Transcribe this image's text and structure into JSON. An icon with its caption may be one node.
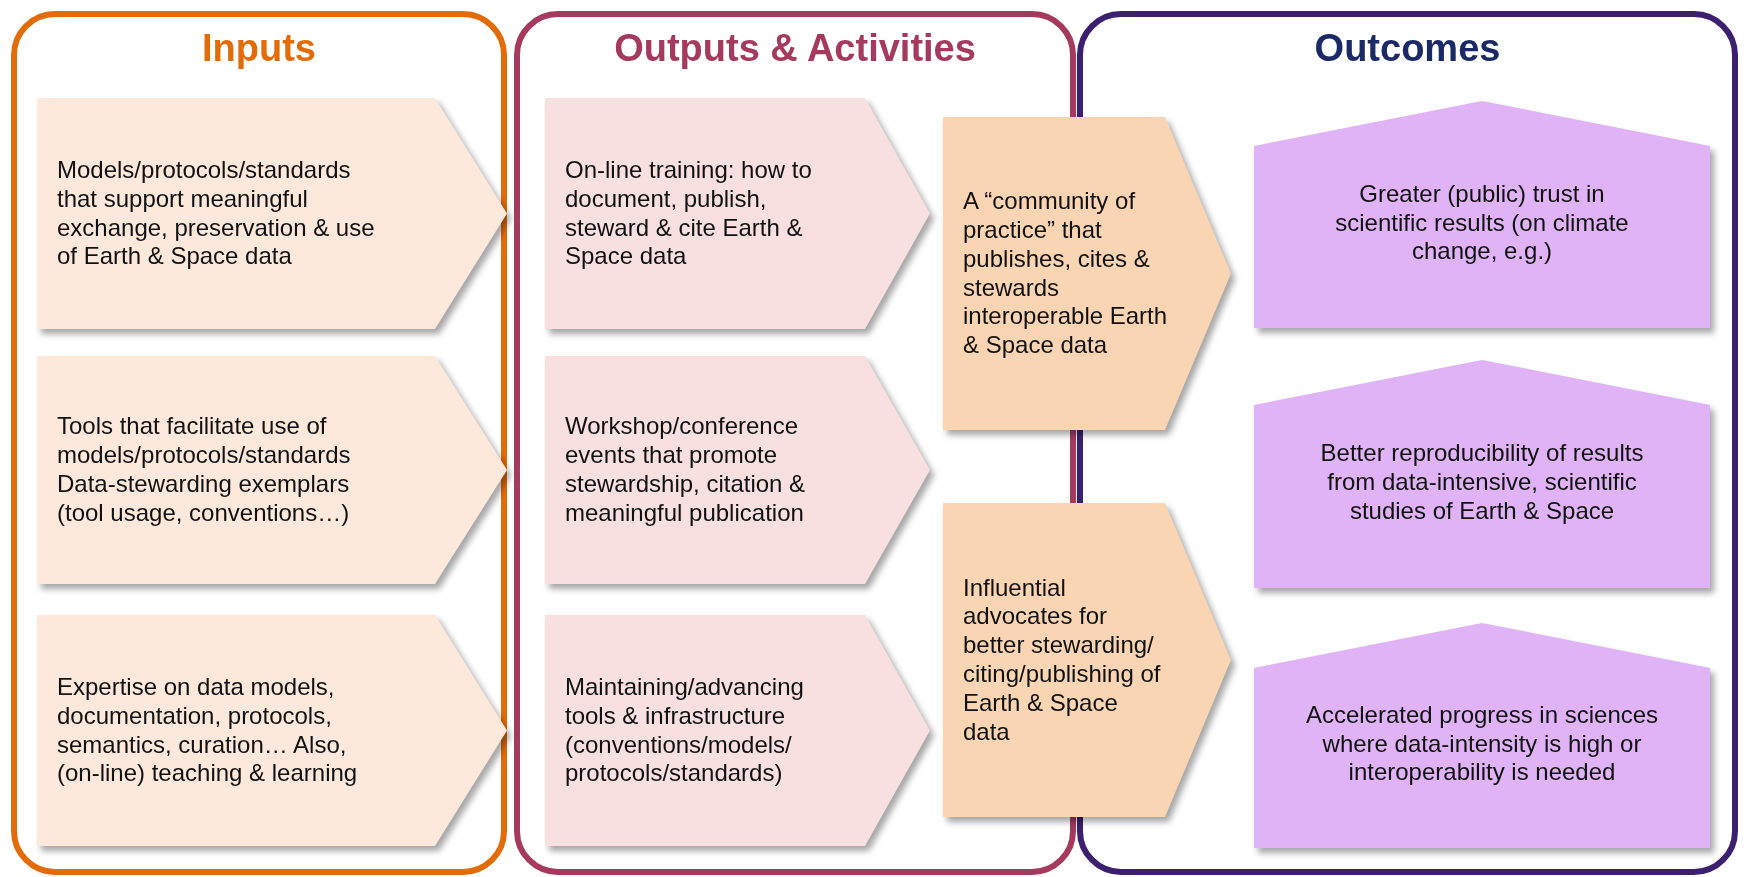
{
  "diagram": {
    "nodes": [
      {
        "text": [
          "Inputs"
        ]
      },
      {
        "text": [
          "Models/protocols/standards that support meaningful exchange, preservation & use of Earth & Space data"
        ],
        "in": 0
      },
      {
        "text": [
          "Tools that facilitate use of models/protocols/standards Data-stewarding exemplars (tool usage, conventions…)"
        ],
        "in": 0
      },
      {
        "text": [
          "Expertise on data models, documentation, protocols, semantics, curation… Also, (on-line) teaching & learning"
        ],
        "in": 0
      },
      {
        "text": [
          "Outputs & Activities"
        ]
      },
      {
        "text": [
          "On-line training: how to document, publish, steward & cite Earth & Space data"
        ],
        "in": 4
      },
      {
        "text": [
          "Workshop/conference events that promote stewardship, citation & meaningful publication"
        ],
        "in": 4
      },
      {
        "text": [
          "Maintaining/advancing tools & infrastructure (conventions/models/ protocols/standards)"
        ],
        "in": 4
      },
      {
        "text": [
          "A “community of practice” that publishes, cites & stewards interoperable Earth & Space data"
        ]
      },
      {
        "text": [
          "Influential advocates for better stewarding/ citing/publishing of Earth & Space data"
        ]
      },
      {
        "text": [
          "Outcomes"
        ]
      },
      {
        "text": [
          "Greater (public) trust in scientific results (on climate change, e.g.)"
        ],
        "in": 10
      },
      {
        "text": [
          "Better reproducibility of results from data-intensive, scientific studies of Earth & Space"
        ],
        "in": 10
      },
      {
        "text": [
          "Accelerated progress in sciences where data-intensity is high or interoperability is needed"
        ],
        "in": 10
      }
    ]
  }
}
